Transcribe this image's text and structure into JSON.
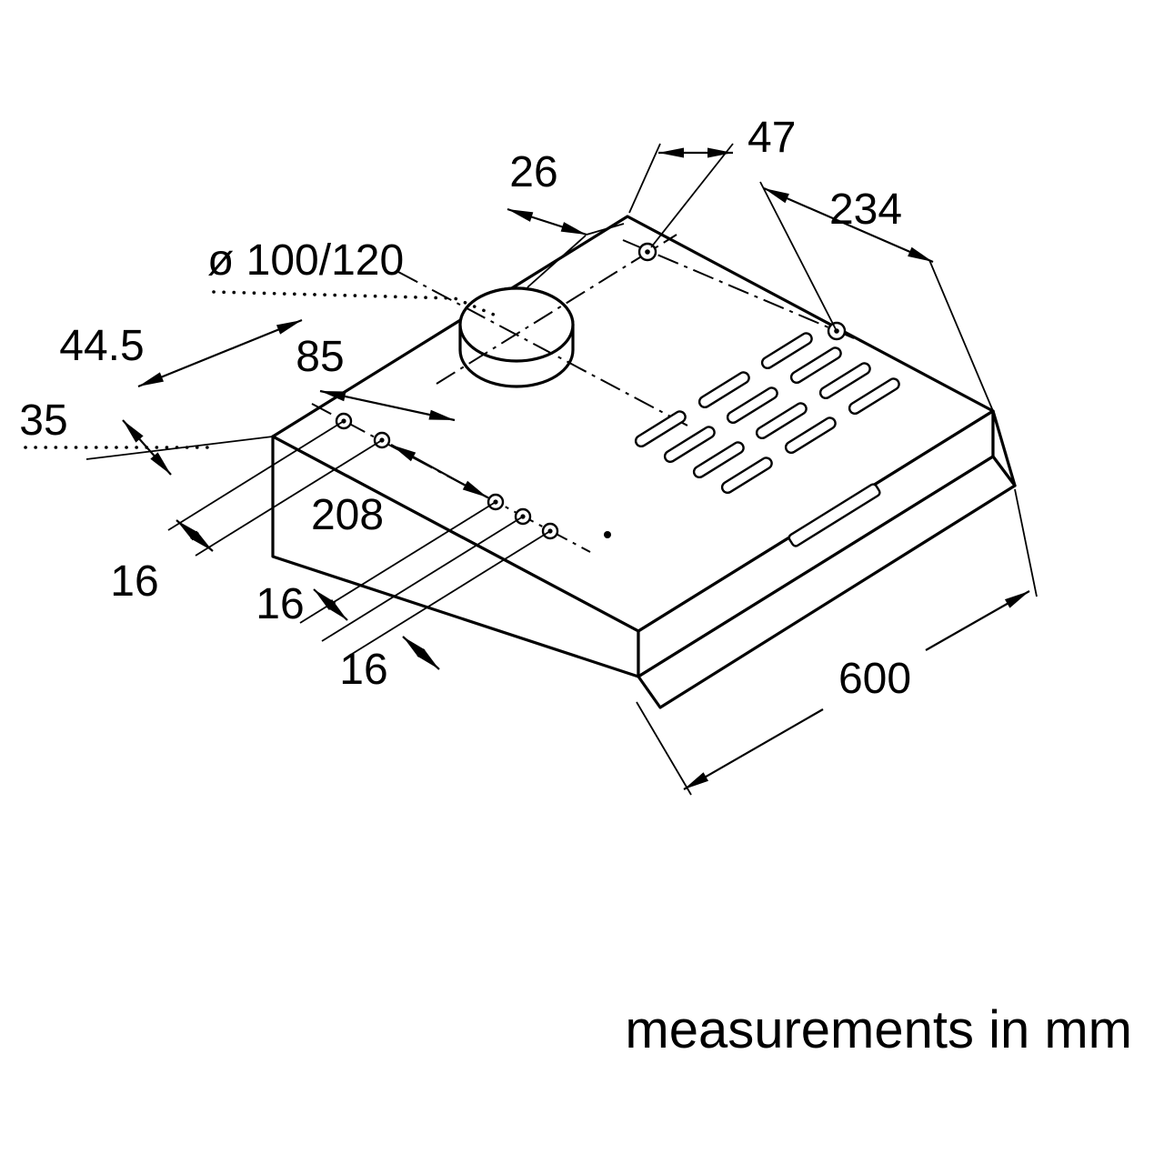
{
  "diagram": {
    "type": "dimensional line drawing of a cooker hood (isometric view)",
    "footer_note": "measurements in mm",
    "labels": {
      "d47": "47",
      "d26": "26",
      "d234": "234",
      "duct": "ø 100/120",
      "d44_5": "44.5",
      "d85": "85",
      "d35": "35",
      "d208": "208",
      "d16a": "16",
      "d16b": "16",
      "d16c": "16",
      "d600": "600"
    },
    "colors": {
      "line": "#000000",
      "background": "#ffffff"
    }
  }
}
